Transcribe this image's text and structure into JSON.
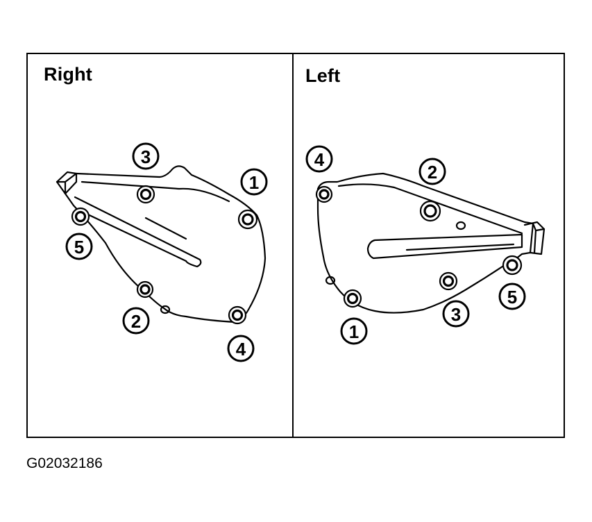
{
  "panels": {
    "right": {
      "title": "Right",
      "bolts": [
        "1",
        "2",
        "3",
        "4",
        "5"
      ]
    },
    "left": {
      "title": "Left",
      "bolts": [
        "1",
        "2",
        "3",
        "4",
        "5"
      ]
    }
  },
  "figure_code": "G02032186"
}
